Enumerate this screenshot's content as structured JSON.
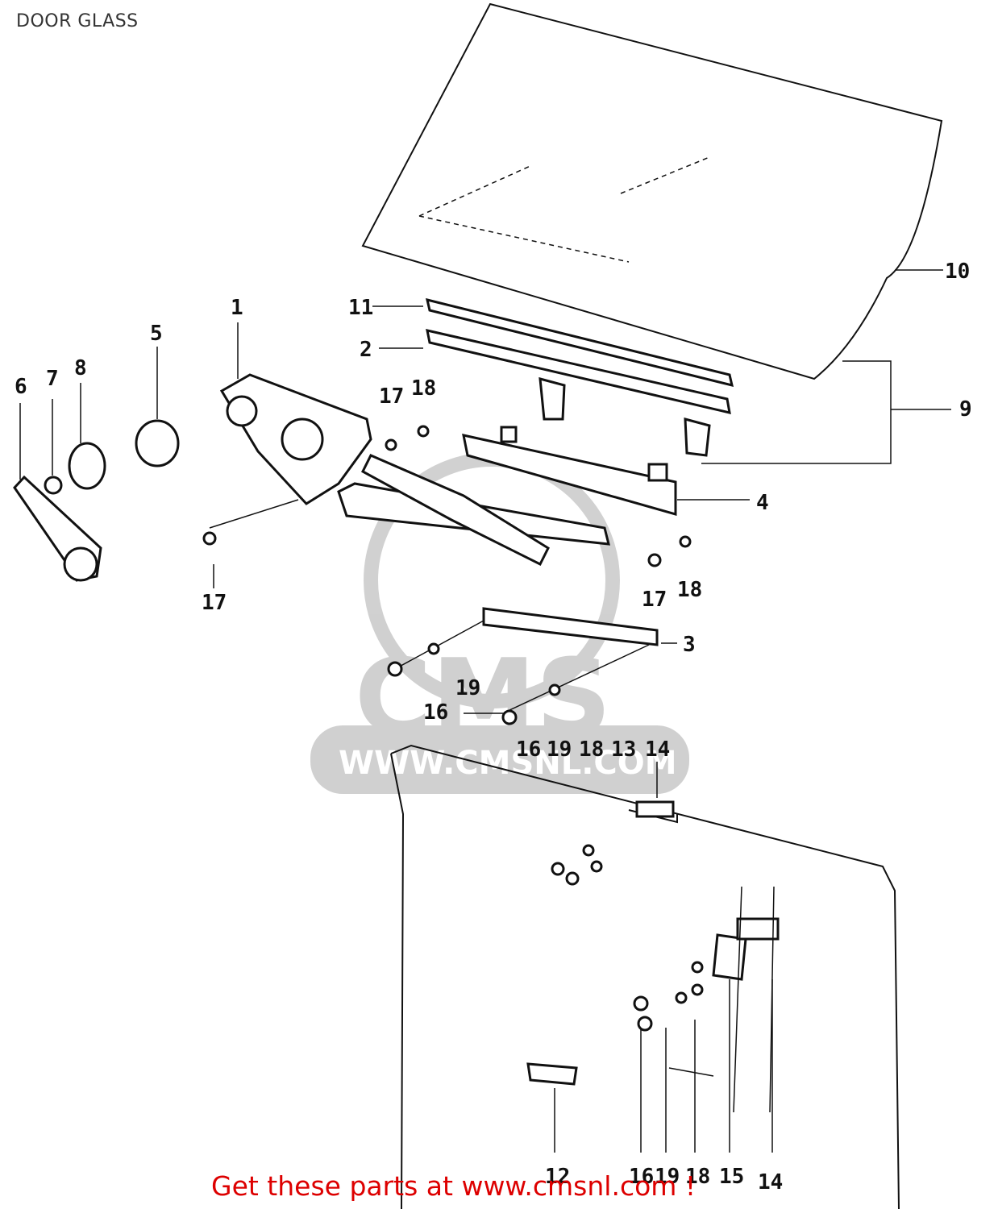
{
  "diagram": {
    "title": "DOOR GLASS",
    "footer": "Get these parts at www.cmsnl.com !",
    "watermark": {
      "text": "CMS",
      "url": "WWW.CMSNL.COM"
    },
    "callouts": [
      {
        "id": "1",
        "label": "1"
      },
      {
        "id": "2",
        "label": "2"
      },
      {
        "id": "3",
        "label": "3"
      },
      {
        "id": "4",
        "label": "4"
      },
      {
        "id": "5",
        "label": "5"
      },
      {
        "id": "6",
        "label": "6"
      },
      {
        "id": "7",
        "label": "7"
      },
      {
        "id": "8",
        "label": "8"
      },
      {
        "id": "9",
        "label": "9"
      },
      {
        "id": "10",
        "label": "10"
      },
      {
        "id": "11",
        "label": "11"
      },
      {
        "id": "12",
        "label": "12"
      },
      {
        "id": "13",
        "label": "13"
      },
      {
        "id": "14a",
        "label": "14"
      },
      {
        "id": "14b",
        "label": "14"
      },
      {
        "id": "15",
        "label": "15"
      },
      {
        "id": "16a",
        "label": "16"
      },
      {
        "id": "16b",
        "label": "16"
      },
      {
        "id": "16c",
        "label": "16"
      },
      {
        "id": "17a",
        "label": "17"
      },
      {
        "id": "17b",
        "label": "17"
      },
      {
        "id": "17c",
        "label": "17"
      },
      {
        "id": "18a",
        "label": "18"
      },
      {
        "id": "18b",
        "label": "18"
      },
      {
        "id": "18c",
        "label": "18"
      },
      {
        "id": "18d",
        "label": "18"
      },
      {
        "id": "19a",
        "label": "19"
      },
      {
        "id": "19b",
        "label": "19"
      },
      {
        "id": "19c",
        "label": "19"
      }
    ]
  }
}
